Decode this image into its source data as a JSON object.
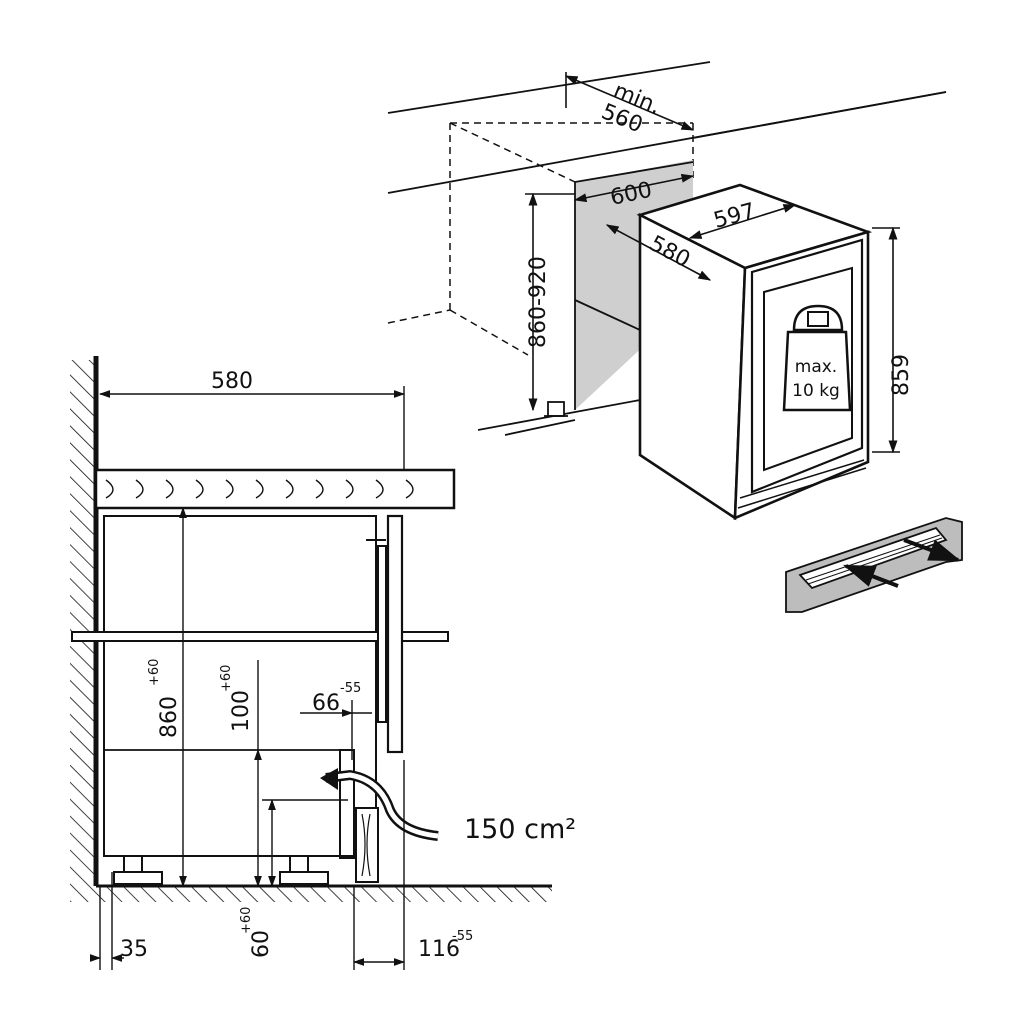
{
  "top_view": {
    "min_label": "min.",
    "niche_depth": "560",
    "niche_width": "600",
    "niche_height": "860-920",
    "appliance_width": "597",
    "appliance_depth": "580",
    "appliance_height": "859",
    "max_load_line1": "max.",
    "max_load_line2": "10 kg"
  },
  "side_view": {
    "worktop_depth": "580",
    "niche_height": "860",
    "niche_height_tol": "+60",
    "plinth_height": "100",
    "plinth_height_tol": "+60",
    "door_offset": "66",
    "door_offset_tol": "-55",
    "vent_area": "150 cm²",
    "wall_gap": "35",
    "foot_height": "60",
    "foot_height_tol": "+60",
    "plinth_depth": "116",
    "plinth_depth_tol": "-55"
  }
}
